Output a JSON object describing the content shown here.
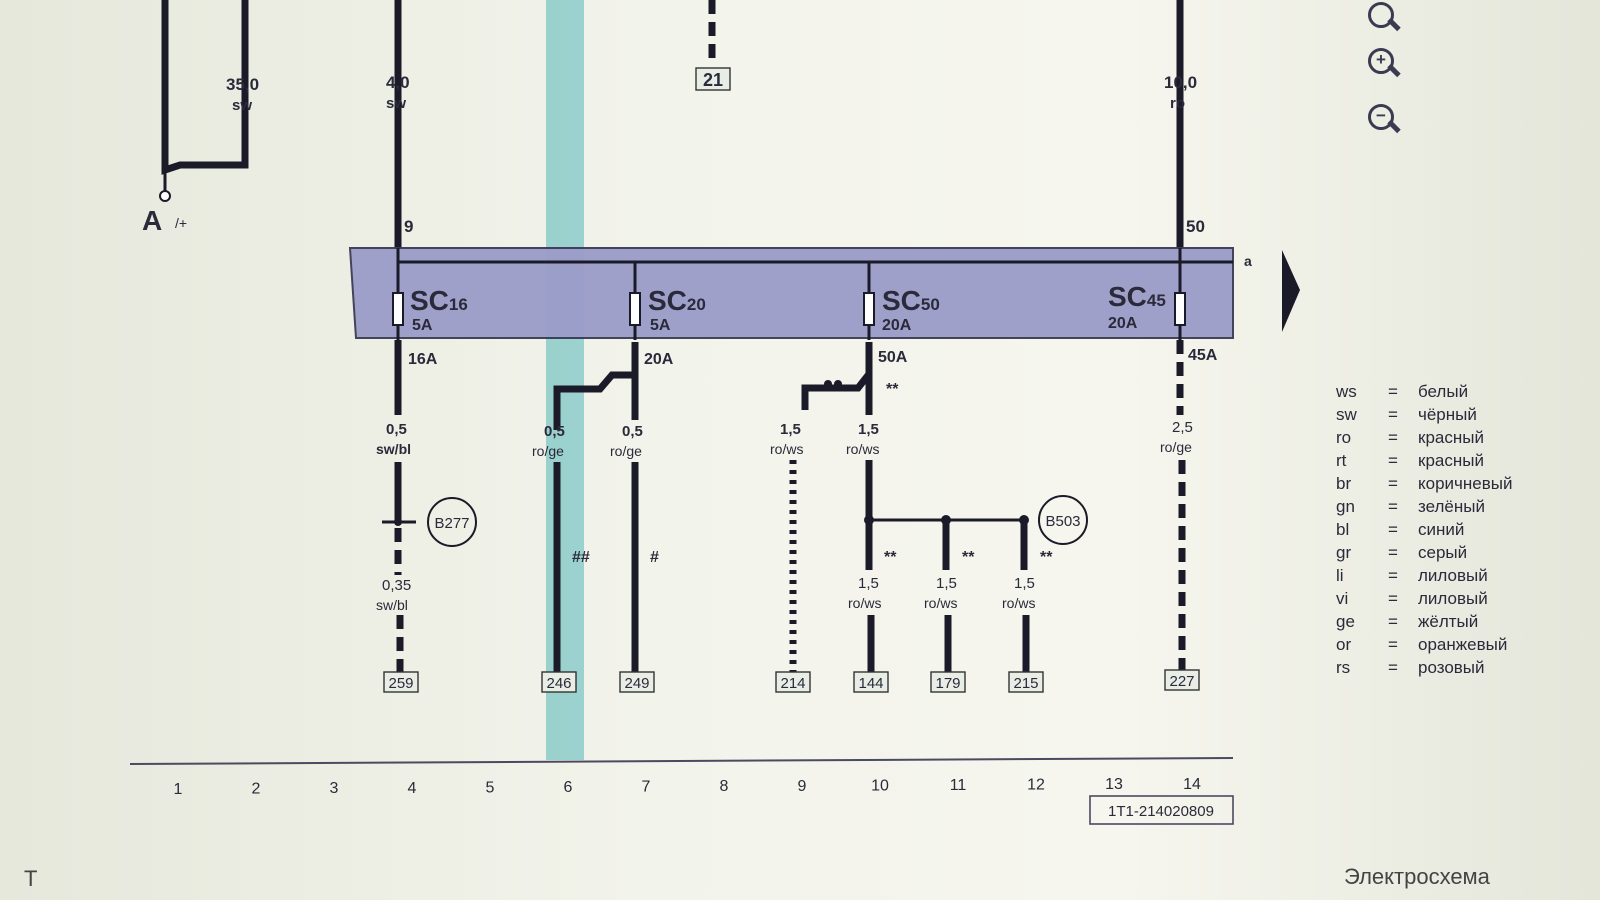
{
  "diagram": {
    "feed_left": {
      "gauge": "35,0",
      "color": "sw",
      "label": "A",
      "sub": "/+"
    },
    "feeds": [
      {
        "gauge": "4,0",
        "color": "sw",
        "pin": "9"
      },
      {
        "gauge": "10,0",
        "color": "ro",
        "pin": "50"
      }
    ],
    "connector_top": "21",
    "bus_label": "a",
    "fuses": [
      {
        "name": "SC",
        "num": "16",
        "rating": "5A",
        "out": "16A"
      },
      {
        "name": "SC",
        "num": "20",
        "rating": "5A",
        "out": "20A"
      },
      {
        "name": "SC",
        "num": "50",
        "rating": "20A",
        "out": "50A"
      },
      {
        "name": "SC",
        "num": "45",
        "rating": "20A",
        "out": "45A"
      }
    ],
    "wires": [
      {
        "gauge": "0,5",
        "color": "sw/bl"
      },
      {
        "gauge": "0,35",
        "color": "sw/bl"
      },
      {
        "gauge": "0,5",
        "color": "ro/ge"
      },
      {
        "gauge": "0,5",
        "color": "ro/ge"
      },
      {
        "gauge": "1,5",
        "color": "ro/ws"
      },
      {
        "gauge": "1,5",
        "color": "ro/ws"
      },
      {
        "gauge": "1,5",
        "color": "ro/ws"
      },
      {
        "gauge": "1,5",
        "color": "ro/ws"
      },
      {
        "gauge": "1,5",
        "color": "ro/ws"
      },
      {
        "gauge": "2,5",
        "color": "ro/ge"
      }
    ],
    "splices": [
      "B277",
      "B503"
    ],
    "marks": {
      "double_hash": "##",
      "hash": "#",
      "stars": "**"
    },
    "terminals": [
      "259",
      "246",
      "249",
      "214",
      "144",
      "179",
      "215",
      "227"
    ],
    "grid": [
      "1",
      "2",
      "3",
      "4",
      "5",
      "6",
      "7",
      "8",
      "9",
      "10",
      "11",
      "12",
      "13",
      "14"
    ],
    "doc_id": "1T1-214020809"
  },
  "legend": [
    {
      "code": "ws",
      "eq": "=",
      "name": "белый"
    },
    {
      "code": "sw",
      "eq": "=",
      "name": "чёрный"
    },
    {
      "code": "ro",
      "eq": "=",
      "name": "красный"
    },
    {
      "code": "rt",
      "eq": "=",
      "name": "красный"
    },
    {
      "code": "br",
      "eq": "=",
      "name": "коричневый"
    },
    {
      "code": "gn",
      "eq": "=",
      "name": "зелёный"
    },
    {
      "code": "bl",
      "eq": "=",
      "name": "синий"
    },
    {
      "code": "gr",
      "eq": "=",
      "name": "серый"
    },
    {
      "code": "li",
      "eq": "=",
      "name": "лиловый"
    },
    {
      "code": "vi",
      "eq": "=",
      "name": "лиловый"
    },
    {
      "code": "ge",
      "eq": "=",
      "name": "жёлтый"
    },
    {
      "code": "or",
      "eq": "=",
      "name": "оранжевый"
    },
    {
      "code": "rs",
      "eq": "=",
      "name": "розовый"
    }
  ],
  "toolbar": {
    "zoom_in": "+",
    "zoom_out": "−"
  },
  "footer": {
    "title": "Электросхема",
    "left": "Т"
  }
}
